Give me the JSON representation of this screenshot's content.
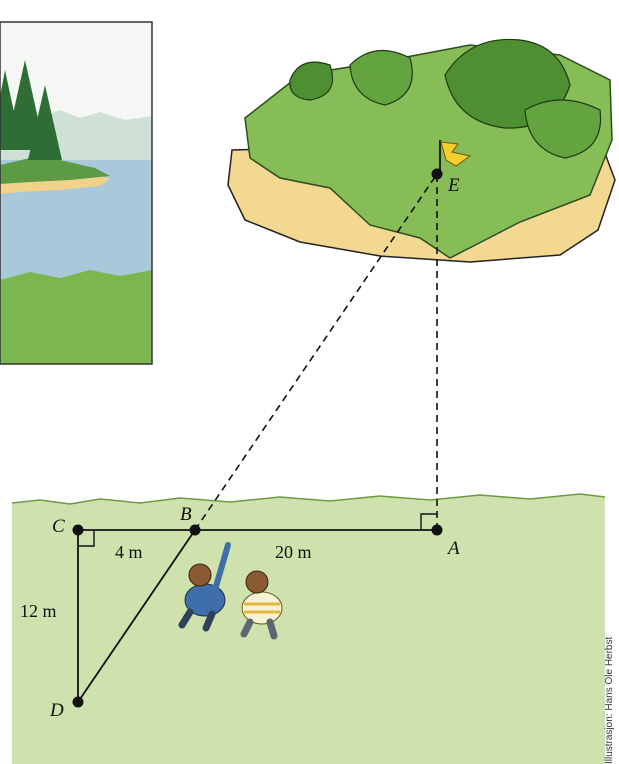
{
  "points": {
    "A": "A",
    "B": "B",
    "C": "C",
    "D": "D",
    "E": "E"
  },
  "lengths": {
    "CB": "4 m",
    "BA": "20 m",
    "CD": "12 m"
  },
  "credit": "Illustrasjon: Hans Ole Herbst",
  "colors": {
    "grass": "#cfe2ad",
    "island_green": "#86bd57",
    "island_sand": "#f3d891",
    "water": "#a9c8da",
    "flag": "#f4cf2e",
    "lines": "#111111"
  }
}
